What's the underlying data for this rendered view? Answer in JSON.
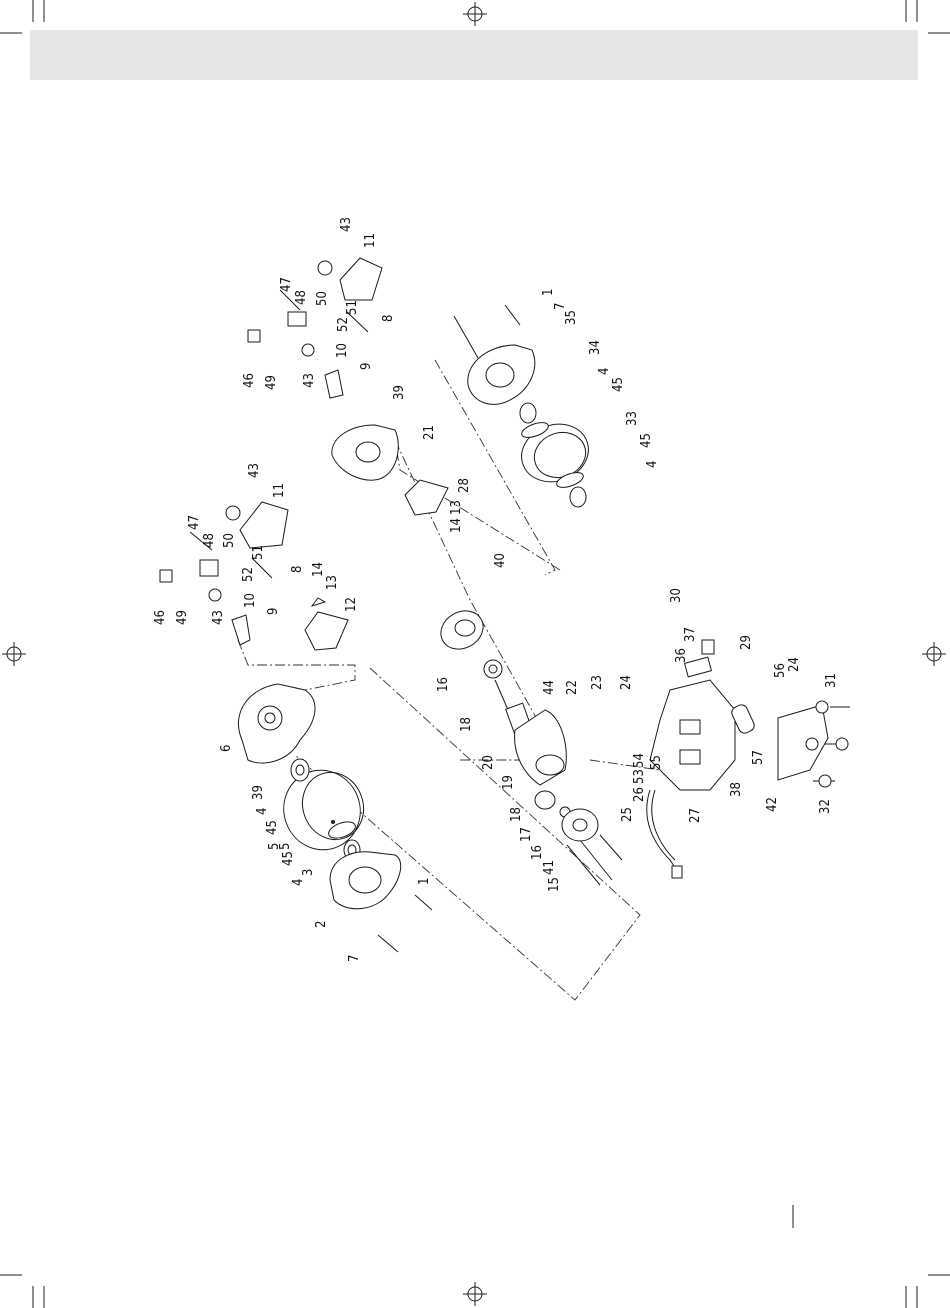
{
  "page": {
    "header_band_color": "#e6e6e6"
  },
  "diagram": {
    "kind": "exploded-parts-drawing",
    "labels": [
      "1",
      "2",
      "3",
      "4",
      "5",
      "6",
      "7",
      "8",
      "9",
      "10",
      "11",
      "12",
      "13",
      "14",
      "15",
      "16",
      "17",
      "18",
      "19",
      "20",
      "21",
      "22",
      "23",
      "24",
      "25",
      "26",
      "27",
      "28",
      "29",
      "30",
      "31",
      "32",
      "33",
      "34",
      "35",
      "36",
      "37",
      "38",
      "39",
      "40",
      "41",
      "42",
      "43",
      "44",
      "45",
      "46",
      "47",
      "48",
      "49",
      "50",
      "51",
      "52",
      "53",
      "54",
      "55",
      "56",
      "57"
    ]
  }
}
